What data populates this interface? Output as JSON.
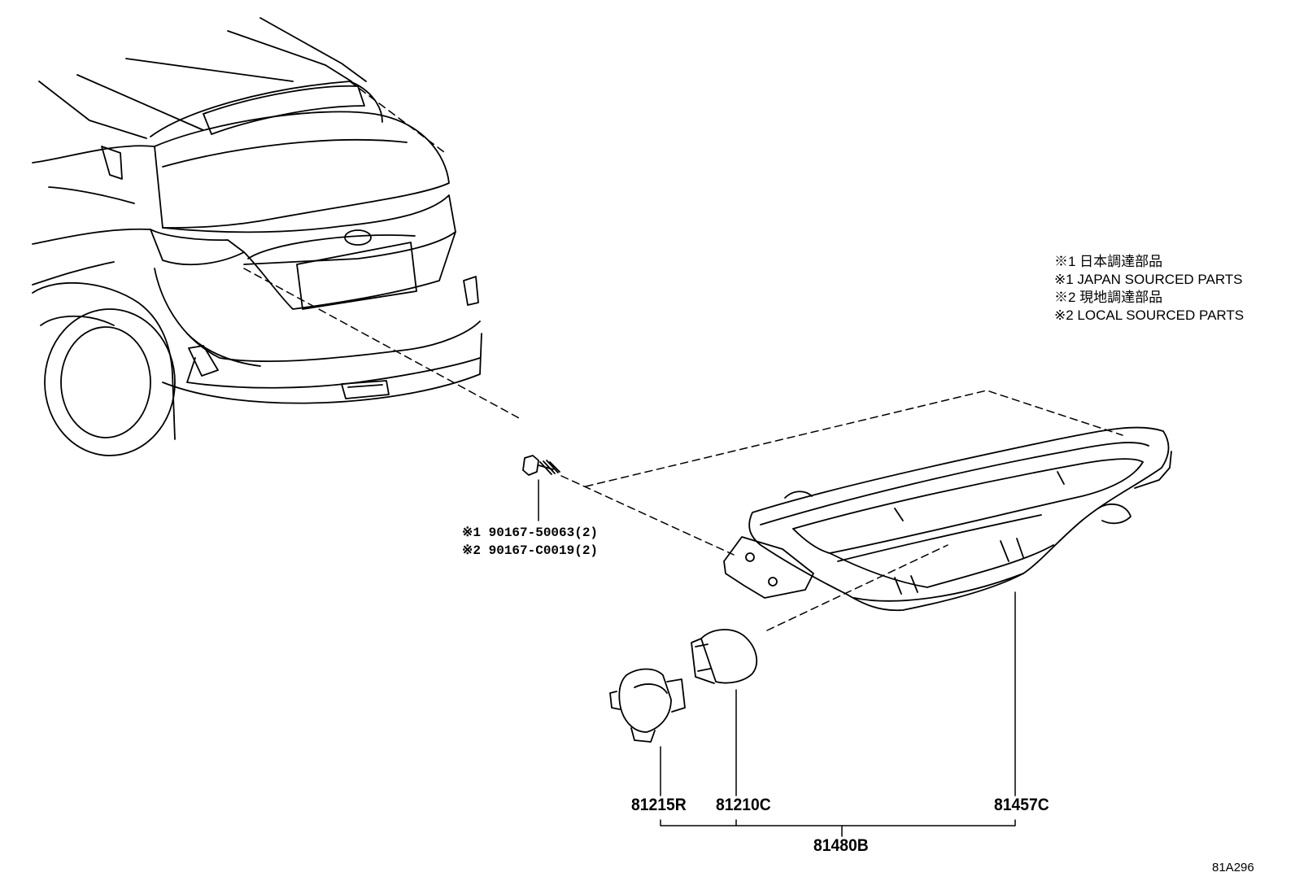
{
  "notes": [
    "※1 日本調達部品",
    "※1 JAPAN SOURCED PARTS",
    "※2 現地調達部品",
    "※2 LOCAL SOURCED PARTS"
  ],
  "bolt_callouts": [
    "※1 90167-50063(2)",
    "※2 90167-C0019(2)"
  ],
  "part_labels": {
    "socket": "81215R",
    "bulb": "81210C",
    "lens": "81457C",
    "assembly": "81480B"
  },
  "diagram_ref": "81A296"
}
